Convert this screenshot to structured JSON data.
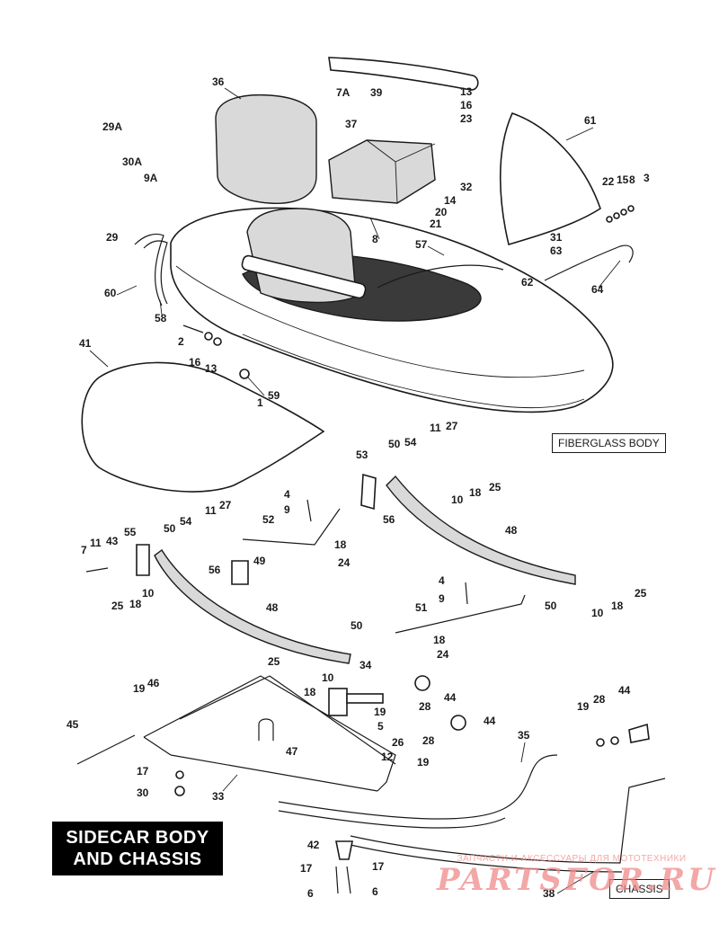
{
  "title_lines": [
    "SIDECAR BODY",
    "AND CHASSIS"
  ],
  "section_labels": {
    "fiberglass": "FIBERGLASS BODY",
    "chassis": "CHASSIS"
  },
  "watermark": {
    "caption": "ЗАПЧАСТИ И АКСЕССУАРЫ ДЛЯ МОТОТЕХНИКИ",
    "logo": "PARTSFOR.RU"
  },
  "callouts": [
    "36",
    "7A",
    "39",
    "13",
    "16",
    "23",
    "29A",
    "30A",
    "9A",
    "37",
    "61",
    "32",
    "14",
    "20",
    "21",
    "22",
    "15",
    "8",
    "3",
    "29",
    "8",
    "57",
    "31",
    "63",
    "62",
    "64",
    "60",
    "58",
    "2",
    "16",
    "13",
    "41",
    "1",
    "59",
    "11",
    "27",
    "50",
    "54",
    "53",
    "10",
    "18",
    "25",
    "4",
    "9",
    "52",
    "56",
    "48",
    "11",
    "27",
    "7",
    "11",
    "43",
    "55",
    "50",
    "54",
    "18",
    "24",
    "56",
    "49",
    "25",
    "18",
    "10",
    "10",
    "18",
    "25",
    "4",
    "9",
    "50",
    "51",
    "48",
    "50",
    "18",
    "24",
    "25",
    "10",
    "18",
    "34",
    "44",
    "19",
    "46",
    "28",
    "45",
    "19",
    "5",
    "26",
    "12",
    "44",
    "47",
    "28",
    "19",
    "17",
    "30",
    "33",
    "35",
    "19",
    "28",
    "44",
    "42",
    "17",
    "17",
    "6",
    "6",
    "38"
  ],
  "colors": {
    "ink": "#1a1a1a",
    "title_bg": "#000000",
    "title_fg": "#ffffff",
    "watermark": "#f08a8a"
  }
}
